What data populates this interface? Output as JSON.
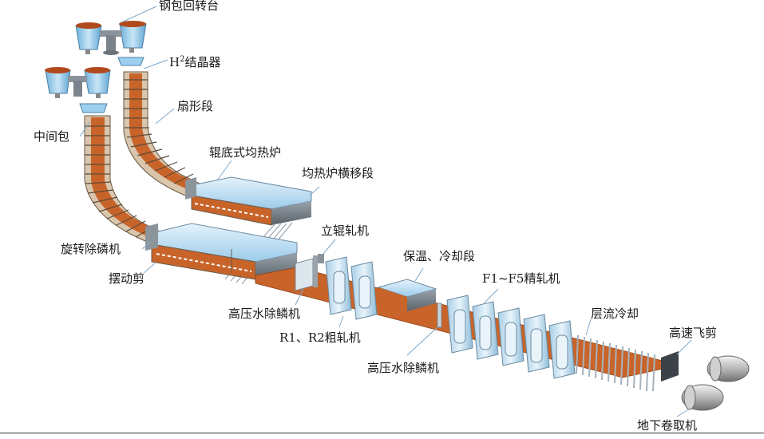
{
  "labels": {
    "ladle_turret": "钢包回转台",
    "mold_prefix": "H",
    "mold_sup": "2",
    "mold_suffix": "结晶器",
    "segment": "扇形段",
    "tundish": "中间包",
    "roller_furnace": "辊底式均热炉",
    "shuttle": "均热炉横移段",
    "rotary_descaler": "旋转除磷机",
    "pendulum_shear": "摆动剪",
    "edger": "立辊轧机",
    "hp_descaler_1": "高压水除鳞机",
    "roughing": "R1、R2粗轧机",
    "hold_cool": "保温、冷却段",
    "finishing": "F1~F5精轧机",
    "hp_descaler_2": "高压水除鳞机",
    "laminar": "层流冷却",
    "flying_shear": "高速飞剪",
    "coiler": "地下卷取机"
  },
  "colors": {
    "steel": "#c8642a",
    "furnace_blue": "#bfe0f5",
    "furnace_dark": "#707880",
    "stand_blue": "#b8d7ec",
    "ladle_blue": "#8fc4e6",
    "leader": "#7fa7c9"
  }
}
